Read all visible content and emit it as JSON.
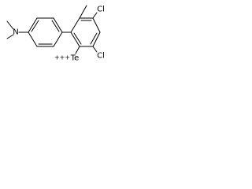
{
  "molecule": {
    "atoms": {
      "nitrogen": "N",
      "chlorine_top": "Cl",
      "chlorine_bottom": "Cl",
      "tellurium": "Te",
      "tellurium_charge": "+++"
    }
  }
}
